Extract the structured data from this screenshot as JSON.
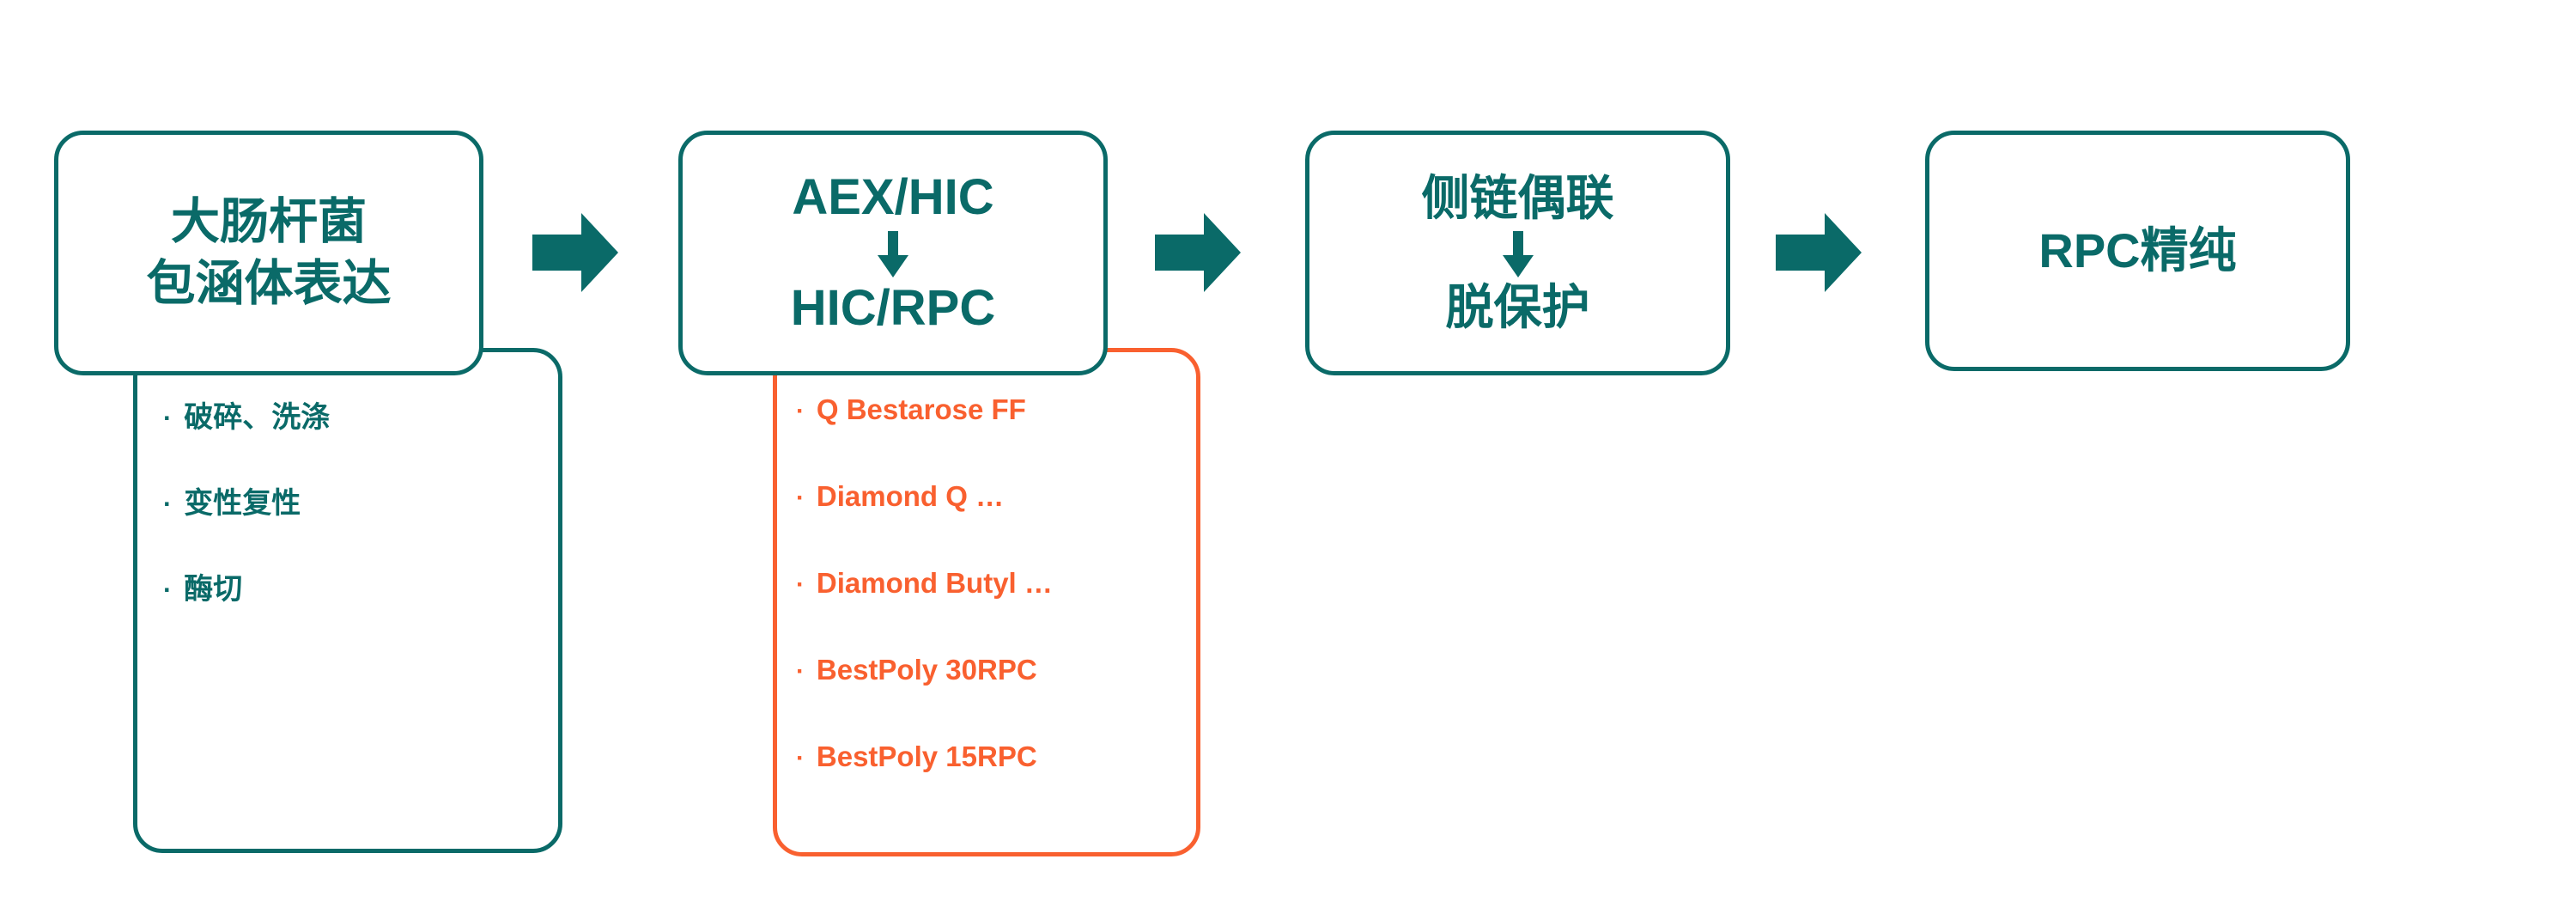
{
  "diagram": {
    "title": "Recombinant protein process flow",
    "colors": {
      "teal": "#0a6a68",
      "orange": "#f9602f",
      "background": "#ffffff"
    },
    "steps": [
      {
        "id": "expression",
        "lines": [
          "大肠杆菌",
          "包涵体表达"
        ],
        "has_inner_arrow": false
      },
      {
        "id": "chromatography",
        "lines": [
          "AEX/HIC",
          "HIC/RPC"
        ],
        "has_inner_arrow": true
      },
      {
        "id": "conjugation",
        "lines": [
          "侧链偶联",
          "脱保护"
        ],
        "has_inner_arrow": true
      },
      {
        "id": "polishing",
        "lines": [
          "RPC精纯"
        ],
        "has_inner_arrow": false
      }
    ],
    "connectors": [
      {
        "id": "arrow-1",
        "icon": "right-block-arrow-icon"
      },
      {
        "id": "arrow-2",
        "icon": "right-block-arrow-icon"
      },
      {
        "id": "arrow-3",
        "icon": "right-block-arrow-icon"
      }
    ],
    "detail_panels": [
      {
        "id": "expression-details",
        "accent": "#0a6a68",
        "bullet": "·",
        "items": [
          "破碎、洗涤",
          "变性复性",
          "酶切"
        ]
      },
      {
        "id": "chromatography-media",
        "accent": "#f9602f",
        "bullet": "·",
        "items": [
          "Q Bestarose FF",
          "Diamond Q …",
          "Diamond Butyl …",
          "BestPoly 30RPC",
          "BestPoly 15RPC"
        ]
      }
    ]
  }
}
